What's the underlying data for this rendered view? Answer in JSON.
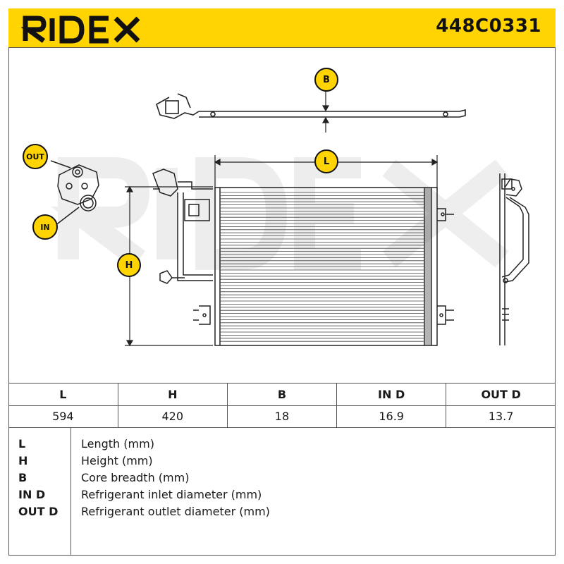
{
  "header": {
    "brand": "RIDEX",
    "part_number": "448C0331",
    "background_color": "#ffd400"
  },
  "drawing": {
    "watermark": "RIDEX",
    "labels": {
      "b": "B",
      "l": "L",
      "h": "H",
      "out": "OUT",
      "in": "IN"
    }
  },
  "specs": {
    "headers": [
      "L",
      "H",
      "B",
      "IN D",
      "OUT D"
    ],
    "values": [
      "594",
      "420",
      "18",
      "16.9",
      "13.7"
    ]
  },
  "legend": [
    {
      "key": "L",
      "description": "Length (mm)"
    },
    {
      "key": "H",
      "description": "Height (mm)"
    },
    {
      "key": "B",
      "description": "Core breadth (mm)"
    },
    {
      "key": "IN D",
      "description": "Refrigerant inlet diameter (mm)"
    },
    {
      "key": "OUT D",
      "description": "Refrigerant outlet diameter (mm)"
    }
  ]
}
